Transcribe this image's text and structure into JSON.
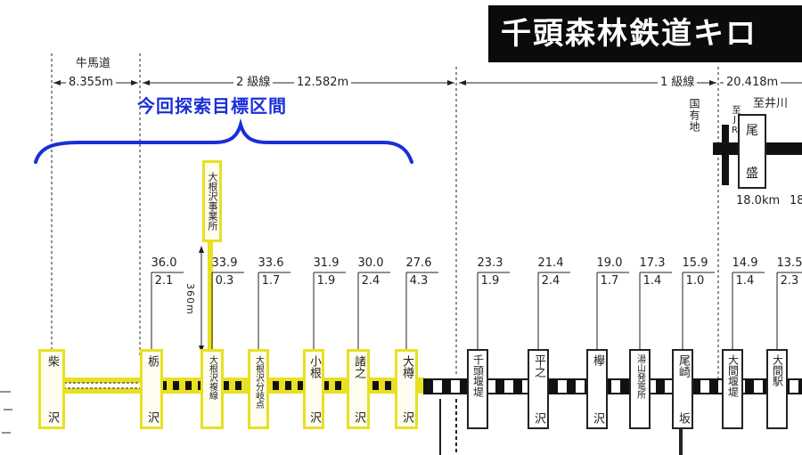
{
  "title": "千頭森林鉄道キロ",
  "segments": {
    "gyuba": "牛馬道",
    "gyuba_len": "8.355m",
    "class2": "2 級線",
    "class2_len": "12.582m",
    "class1": "1 級線",
    "class1_len": "20.418m",
    "to_ikawa": "至井川"
  },
  "highlight_label": "今回探索目標区間",
  "national_land": "国有地",
  "office": "大根沢事業所",
  "office_dist": "360m",
  "branch": {
    "station": "尾盛",
    "dist": "18.0km",
    "cut_num": "18"
  },
  "jr_label": "至JR",
  "stations": [
    {
      "name": "柴沢",
      "top": "柴",
      "bot": "沢",
      "km": "",
      "sub": "",
      "yellow": true
    },
    {
      "name": "栃沢",
      "top": "栃",
      "bot": "沢",
      "km": "36.0",
      "sub": "2.1",
      "yellow": true
    },
    {
      "name": "大根沢複線",
      "top": "大根沢複線",
      "bot": "",
      "km": "33.9",
      "sub": "0.3",
      "yellow": true
    },
    {
      "name": "大根沢分岐点",
      "top": "大根沢分岐点",
      "bot": "",
      "km": "33.6",
      "sub": "1.7",
      "yellow": true
    },
    {
      "name": "小根沢",
      "top": "小根",
      "bot": "沢",
      "km": "31.9",
      "sub": "1.9",
      "yellow": true
    },
    {
      "name": "諸之沢",
      "top": "諸之",
      "bot": "沢",
      "km": "30.0",
      "sub": "2.4",
      "yellow": true
    },
    {
      "name": "大樽沢",
      "top": "大樽",
      "bot": "沢",
      "km": "27.6",
      "sub": "4.3",
      "yellow": true
    },
    {
      "name": "千頭堰堤",
      "top": "千頭堰堤",
      "bot": "",
      "km": "23.3",
      "sub": "1.9",
      "yellow": false
    },
    {
      "name": "平之沢",
      "top": "平之",
      "bot": "沢",
      "km": "21.4",
      "sub": "2.4",
      "yellow": false
    },
    {
      "name": "欅沢",
      "top": "欅",
      "bot": "沢",
      "km": "19.0",
      "sub": "1.7",
      "yellow": false
    },
    {
      "name": "湯山発電所",
      "top": "湯山発電所",
      "bot": "",
      "km": "17.3",
      "sub": "1.4",
      "yellow": false
    },
    {
      "name": "尾崎坂",
      "top": "尾崎",
      "bot": "坂",
      "km": "15.9",
      "sub": "1.0",
      "yellow": false
    },
    {
      "name": "大間堰堤",
      "top": "大間堰堤",
      "bot": "",
      "km": "14.9",
      "sub": "1.4",
      "yellow": false
    },
    {
      "name": "大間駅",
      "top": "大間駅",
      "bot": "",
      "km": "13.5",
      "sub": "2.3",
      "yellow": false
    }
  ],
  "colors": {
    "yellow": "#e8e020",
    "blue": "#1a2fd6",
    "black": "#111111"
  }
}
